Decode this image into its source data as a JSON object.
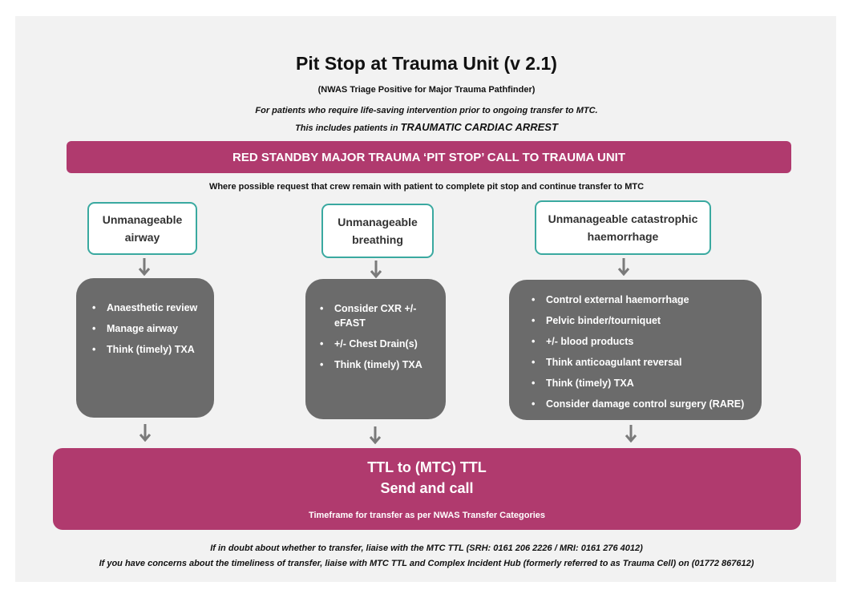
{
  "header": {
    "title": "Pit Stop at Trauma Unit (v 2.1)",
    "subtitle": "(NWAS Triage Positive for Major Trauma Pathfinder)",
    "note_line1": "For patients who require life-saving intervention prior to ongoing transfer to MTC.",
    "note_line2_prefix": "This includes patients in",
    "note_line2_emphasis": "TRAUMATIC CARDIAC ARREST"
  },
  "banner": {
    "text": "RED STANDBY MAJOR TRAUMA ‘PIT STOP’ CALL TO TRAUMA UNIT"
  },
  "request_note": "Where possible request that crew remain with patient to complete pit stop and continue transfer to MTC",
  "pathways": [
    {
      "condition_line1": "Unmanageable",
      "condition_line2": "airway",
      "actions": [
        "Anaesthetic review",
        "Manage airway",
        "Think (timely) TXA"
      ]
    },
    {
      "condition_line1": "Unmanageable",
      "condition_line2": "breathing",
      "actions": [
        "Consider CXR +/- eFAST",
        "+/- Chest Drain(s)",
        "Think (timely) TXA"
      ]
    },
    {
      "condition_line1": "Unmanageable catastrophic",
      "condition_line2": "haemorrhage",
      "actions": [
        "Control external haemorrhage",
        "Pelvic binder/tourniquet",
        "+/- blood products",
        "Think anticoagulant reversal",
        "Think (timely) TXA",
        "Consider damage control surgery (RARE)"
      ]
    }
  ],
  "outcome": {
    "line1": "TTL to (MTC) TTL",
    "line2": "Send and call",
    "line3": "Timeframe for transfer as per NWAS Transfer Categories"
  },
  "footer": {
    "line1": "If in doubt about whether to transfer, liaise with the MTC TTL (SRH: 0161 206 2226 / MRI: 0161 276 4012)",
    "line2": "If you have concerns about the timeliness of transfer, liaise with MTC TTL and Complex Incident Hub (formerly referred to as Trauma Cell) on (01772 867612)"
  },
  "colors": {
    "accent_magenta": "#b03a6e",
    "condition_border_teal": "#3aa9a0",
    "action_box_grey": "#6b6b6b",
    "arrow_grey": "#7a7a7a"
  }
}
